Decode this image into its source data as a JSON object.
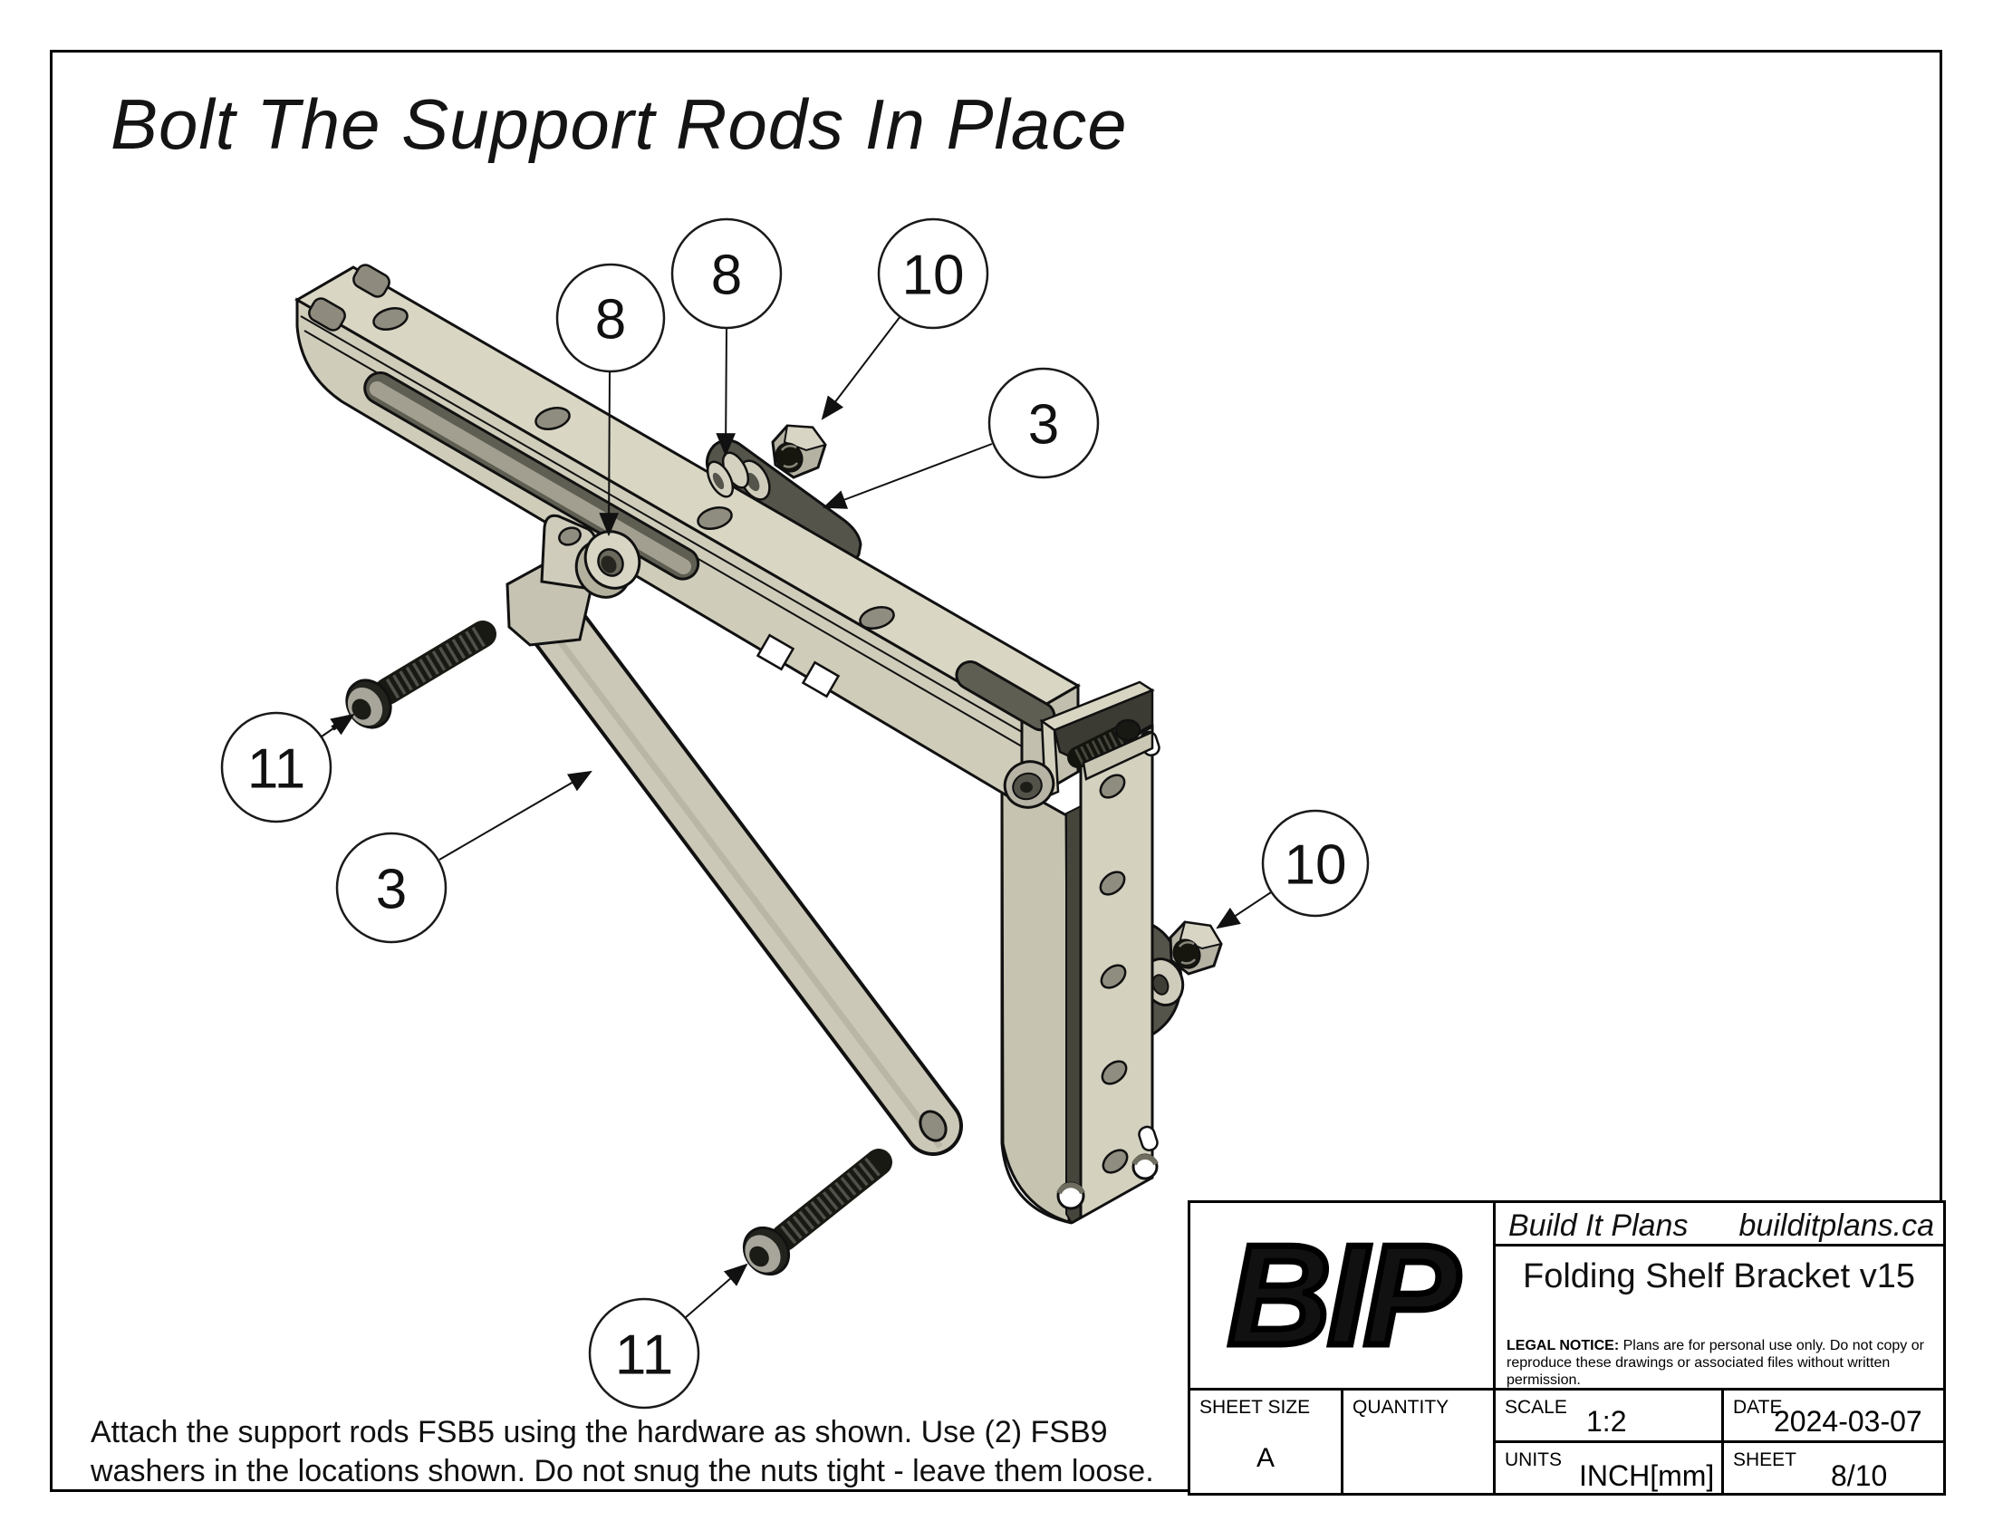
{
  "sheet": {
    "title": "Bolt The Support Rods In Place"
  },
  "instructions": {
    "line1": "Attach the support rods FSB5 using the hardware as shown. Use (2) FSB9",
    "line2": "washers in the locations shown. Do not snug the nuts tight - leave them loose."
  },
  "balloons": [
    {
      "label": "8",
      "target": "pivot-washer-left"
    },
    {
      "label": "8",
      "target": "pivot-washers-right"
    },
    {
      "label": "10",
      "target": "hex-nut-top"
    },
    {
      "label": "3",
      "target": "support-rod-rear"
    },
    {
      "label": "11",
      "target": "bolt-left"
    },
    {
      "label": "3",
      "target": "support-rod-front"
    },
    {
      "label": "10",
      "target": "hex-nut-right"
    },
    {
      "label": "11",
      "target": "bolt-bottom"
    }
  ],
  "title_block": {
    "logo": "BIP",
    "company": "Build It Plans",
    "website": "builditplans.ca",
    "drawing_title": "Folding Shelf Bracket v15",
    "legal_prefix": "LEGAL NOTICE:",
    "legal_text": " Plans are for personal use only. Do not copy or reproduce these drawings or associated files without written permission.",
    "labels": {
      "sheet_size": "SHEET SIZE",
      "quantity": "QUANTITY",
      "scale": "SCALE",
      "date": "DATE",
      "units": "UNITS",
      "sheet": "SHEET"
    },
    "values": {
      "sheet_size": "A",
      "quantity": "",
      "scale": "1:2",
      "date": "2024-03-07",
      "units": "INCH[mm]",
      "sheet": "8/10"
    }
  },
  "colors": {
    "part_top": "#d9d6c4",
    "part_side": "#cfccba",
    "part_shadow": "#b3b09e",
    "dark_part": "#55544b",
    "hole": "#8f8d80",
    "outline": "#111111",
    "bolt_black": "#1b1b16",
    "bolt_silver": "#a8a69b"
  }
}
